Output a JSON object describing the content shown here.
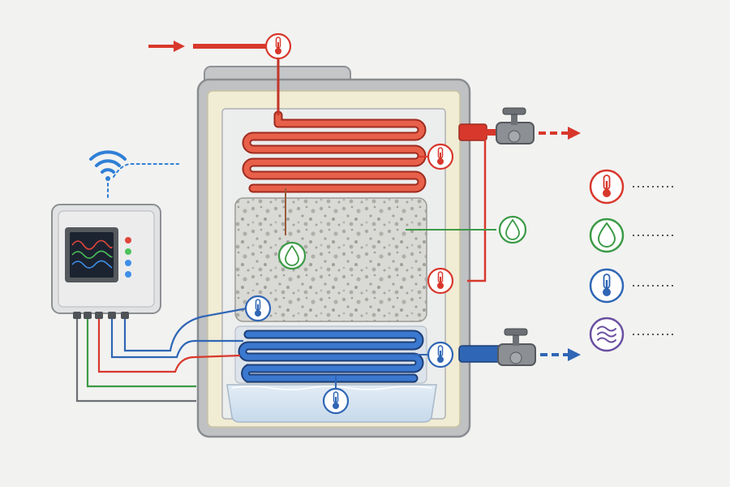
{
  "colors": {
    "background": "#f2f2f1",
    "hot": "#d8382c",
    "hot_coil": "#e8604a",
    "cold": "#2f66b5",
    "humidity": "#3c9a46",
    "wave": "#6a4fa0",
    "signal": "#2f7fd6",
    "tank_shell": "#b9bcbf",
    "insulation": "#f1ecd4",
    "media": "#d8d8d4"
  },
  "diagram": {
    "controller": {
      "screen_traces": [
        "red",
        "green",
        "blue"
      ],
      "leds": [
        "red",
        "green",
        "blue",
        "blue"
      ]
    },
    "wireless": {
      "icon": "wifi-icon"
    },
    "sensors": [
      {
        "icon": "thermometer-icon",
        "kind": "temperature",
        "zone": "hot-inlet"
      },
      {
        "icon": "thermometer-icon",
        "kind": "temperature",
        "zone": "hot-coil"
      },
      {
        "icon": "droplet-icon",
        "kind": "humidity",
        "zone": "storage-media"
      },
      {
        "icon": "thermometer-icon",
        "kind": "temperature",
        "zone": "storage-media"
      },
      {
        "icon": "thermometer-icon",
        "kind": "temperature",
        "zone": "lower-media"
      },
      {
        "icon": "thermometer-icon",
        "kind": "temperature",
        "zone": "cold-coil"
      },
      {
        "icon": "thermometer-icon",
        "kind": "temperature",
        "zone": "water-tray"
      }
    ],
    "legend": [
      {
        "icon": "thermometer-icon",
        "color": "#d8382c"
      },
      {
        "icon": "droplet-icon",
        "color": "#3c9a46"
      },
      {
        "icon": "thermometer-icon",
        "color": "#2f66b5"
      },
      {
        "icon": "waves-icon",
        "color": "#6a4fa0"
      }
    ]
  }
}
